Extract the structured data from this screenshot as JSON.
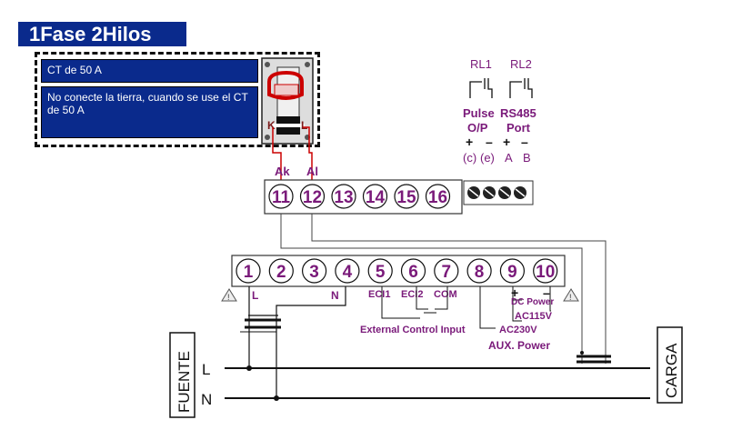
{
  "title": "1Fase 2Hilos",
  "ct_notes": {
    "ct_rating": "CT de 50 A",
    "ground_warning": "No conecte la tierra, cuando se use el CT de 50 A"
  },
  "ct_terminals": {
    "k": "K",
    "l": "L",
    "ak": "Ak",
    "al": "Al"
  },
  "relays": {
    "rl1": "RL1",
    "rl2": "RL2",
    "pulse_line1": "Pulse",
    "pulse_line2": "O/P",
    "rs485_line1": "RS485",
    "rs485_line2": "Port",
    "plus": "+",
    "minus": "–",
    "c1": "(c)",
    "e": "(e)",
    "a": "A",
    "b": "B"
  },
  "upper_terminals": [
    "11",
    "12",
    "13",
    "14",
    "15",
    "16"
  ],
  "lower_terminals": [
    "1",
    "2",
    "3",
    "4",
    "5",
    "6",
    "7",
    "8",
    "9",
    "10"
  ],
  "lower_labels": {
    "l": "L",
    "n": "N",
    "eci1": "ECI1",
    "eci2": "ECI2",
    "com": "COM",
    "plus": "+",
    "minus": "–"
  },
  "control": {
    "external": "External Control Input",
    "dc_power": "DC Power",
    "ac115": "AC115V",
    "ac230": "AC230V",
    "aux": "AUX. Power"
  },
  "lines": {
    "l": "L",
    "n": "N"
  },
  "source_label": "FUENTE",
  "load_label": "CARGA",
  "colors": {
    "title_bg": "#0a2a8c",
    "terminal_text": "#7a1a7a",
    "red_wire": "#cc0000"
  }
}
